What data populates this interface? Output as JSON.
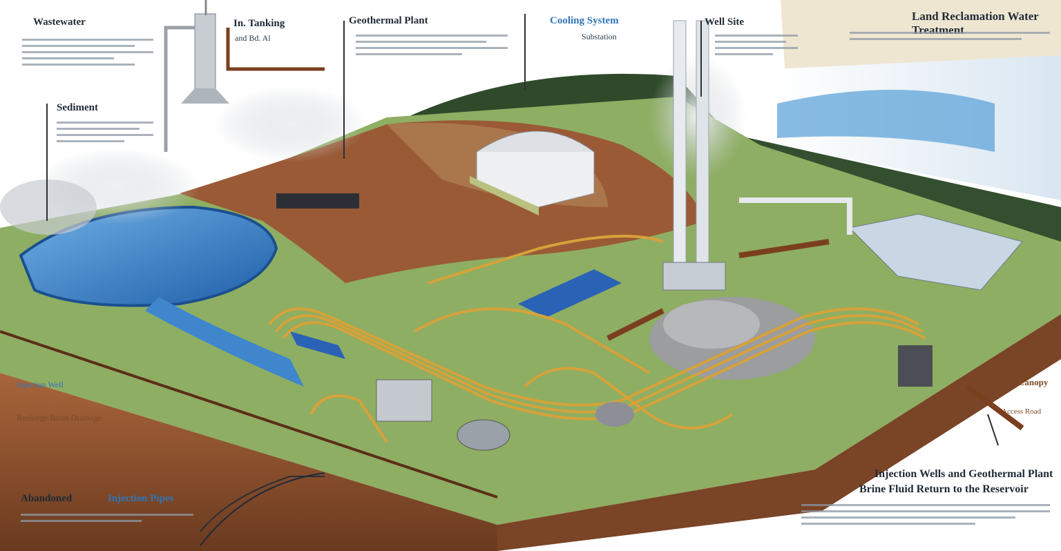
{
  "labels": {
    "top_left_title": "Wastewater",
    "left_callout_title": "Sediment",
    "top_mid_title_a": "In. Tanking",
    "top_mid_title_b": "and Bd. Al",
    "top_center_title": "Geothermal Plant",
    "top_right_title_a": "Cooling System",
    "top_right_title_b": "Substation",
    "top_right_corner_title": "Well Site",
    "far_right_title": "Land Reclamation Water Treatment",
    "right_mid_label": "Canopy",
    "right_mid_sub": "Access Road",
    "left_mid_label_a": "Injection Well",
    "left_mid_label_b": "Recharge Basin Drainage",
    "bottom_left_title": "Abandoned",
    "bottom_left_sub": "Injection Pipes",
    "bottom_right_title_a": "Injection Wells and Geothermal Plant",
    "bottom_right_title_b": "Brine Fluid Return to the Reservoir"
  },
  "colors": {
    "water": "#2f79c4",
    "grass": "#7ea35a",
    "soil": "#9a5a36",
    "pipe_gold": "#d6a23a",
    "pipe_blue": "#2864b0",
    "steam": "#d7dbe0"
  },
  "icons": [
    "steam-cloud-icon",
    "wellhead-icon",
    "cooling-tower-icon",
    "power-plant-building-icon",
    "pipeline-icon",
    "pump-station-icon"
  ]
}
